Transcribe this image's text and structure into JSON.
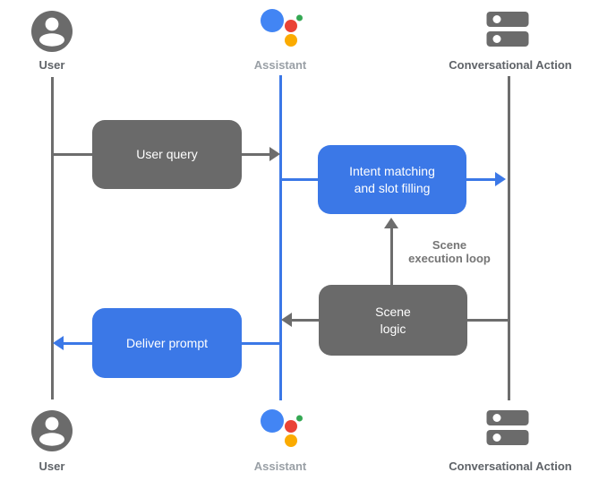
{
  "actors": {
    "user": {
      "label": "User"
    },
    "assistant": {
      "label": "Assistant"
    },
    "conversational_action": {
      "label": "Conversational Action"
    }
  },
  "boxes": {
    "user_query": {
      "label": "User query"
    },
    "intent_matching": {
      "line1": "Intent matching",
      "line2": "and slot filling"
    },
    "scene_logic": {
      "line1": "Scene",
      "line2": "logic"
    },
    "deliver_prompt": {
      "label": "Deliver prompt"
    }
  },
  "annotations": {
    "scene_loop": {
      "line1": "Scene",
      "line2": "execution loop"
    }
  },
  "colors": {
    "flow_blue": "#3b78e7",
    "flow_gray": "#6d6d6d",
    "box_gray": "#6a6a6a",
    "assistant_logo_blue": "#4285f4",
    "assistant_logo_red": "#ea4335",
    "assistant_logo_green": "#34a853",
    "assistant_logo_yellow": "#fbab00",
    "icon_gray": "#6b6b6b",
    "label_dark_gray": "#5f6368",
    "label_light_gray": "#9aa0a6",
    "loop_label_gray": "#757575"
  }
}
